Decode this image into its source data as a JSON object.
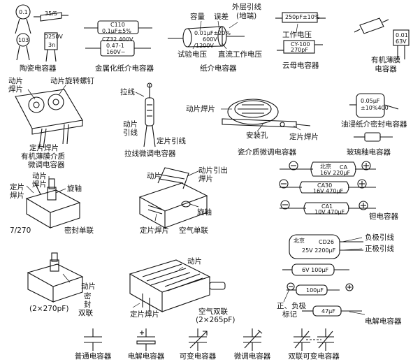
{
  "title": "",
  "components": {
    "ceramic": {
      "name": "陶瓷电容器",
      "marks": [
        "0.1",
        "35/5",
        "103",
        "D250V",
        "3n"
      ]
    },
    "metal_paper": {
      "name": "金属化纸介电容器",
      "marks": [
        "C110",
        "0.1μF±5%",
        "CZ32 400V",
        "0.47-1",
        "160V~"
      ]
    },
    "paper": {
      "name": "纸介电容器",
      "capacity": "容量",
      "error": "误差",
      "outer_lead": "外层引线",
      "ground": "(地端)",
      "test_voltage": "试验电压",
      "dc_voltage": "直流工作电压",
      "marks": [
        "0.01μF±20%",
        "600V",
        "1200V"
      ]
    },
    "mica": {
      "name": "云母电容器",
      "working_voltage": "工作电压",
      "marks": [
        "250pF±10%",
        "CY-100",
        "270pF"
      ]
    },
    "organic_film": {
      "name_line1": "有机薄膜",
      "name_line2": "电容器",
      "marks": [
        "0.01",
        "63V"
      ]
    },
    "film_trimmer": {
      "name_line1": "有机薄膜介质",
      "name_line2": "微调电容器",
      "rotor_lug": "动片",
      "rotor_lug2": "焊片",
      "rotor_screw": "动片旋转螺钉",
      "stator_lug": "定片焊片"
    },
    "wire_trimmer": {
      "name": "拉线微调电容器",
      "pull_wire": "拉线",
      "rotor_lead1": "动片",
      "rotor_lead2": "引线",
      "stator_lead": "定片引线"
    },
    "porcelain_trimmer": {
      "name": "瓷介质微调电容器",
      "rotor_lug": "动片焊片",
      "mount_hole": "安装孔",
      "stator_lug": "定片焊片"
    },
    "oil_paper": {
      "name": "油浸纸介密封电容器",
      "marks": [
        "0.05μF",
        "±10%400"
      ]
    },
    "glass_glaze": {
      "name": "玻璃釉电容器"
    },
    "sealed_single": {
      "name": "密封单联",
      "stator1": "定片",
      "stator2": "焊片",
      "rotor1": "动片",
      "rotor2": "焊片",
      "shaft": "旋轴",
      "mark": "7/270"
    },
    "air_single": {
      "name": "空气单联",
      "rotor": "动片",
      "rotor_lead1": "动片引出",
      "rotor_lead2": "焊片",
      "shaft": "旋轴",
      "stator_lug": "定片焊片"
    },
    "tantalum": {
      "name": "钽电容器",
      "marks": [
        "北京",
        "CA",
        "16V 220μF",
        "CA30",
        "16V 470μF",
        "CA1",
        "10V 470μF"
      ]
    },
    "sealed_dual": {
      "name_line1": "密",
      "name_line2": "封",
      "name_line3": "双联",
      "rotor": "动片",
      "mark": "(2×270pF)"
    },
    "air_dual": {
      "name_line1": "空气双联",
      "name_line2": "(2×265pF)",
      "rotor": "动片",
      "stator_lug": "定片焊片"
    },
    "electrolytic": {
      "name": "电解电容器",
      "neg_lead": "负极引线",
      "pos_lead": "正极引线",
      "polarity1": "正、负极",
      "polarity2": "标记",
      "marks": [
        "北京",
        "CD26",
        "25V 2200μF",
        "6V 100μF",
        "100μF",
        "47μF"
      ]
    }
  },
  "symbols": [
    "普通电容器",
    "电解电容器",
    "可变电容器",
    "微调电容器",
    "双联可变电容器"
  ]
}
